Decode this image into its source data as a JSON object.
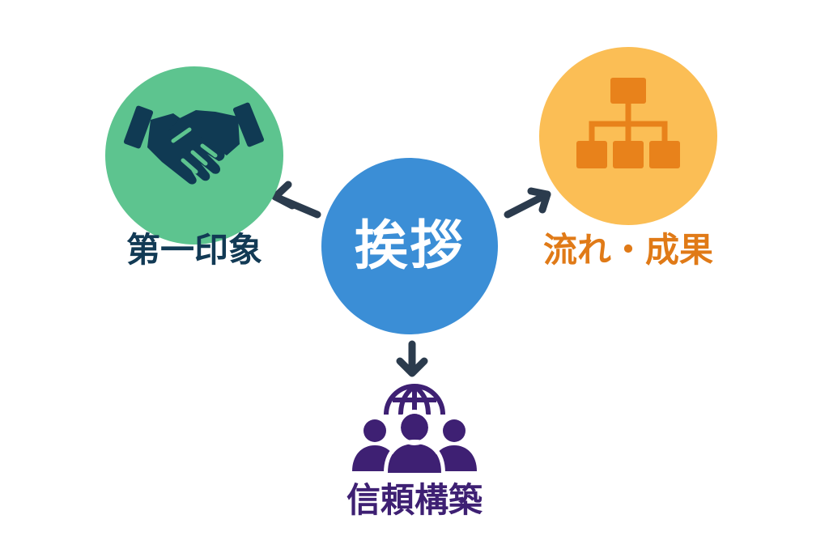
{
  "colors": {
    "center_fill": "#3B8ED6",
    "left_fill": "#5DC48F",
    "right_fill": "#FBBE55",
    "handshake": "#103A53",
    "hierarchy": "#E8821B",
    "people": "#3E2073",
    "arrow": "#2B3B4D",
    "center_text": "#ffffff",
    "left_label": "#123A55",
    "right_label": "#E07A17",
    "bottom_label": "#3E2073"
  },
  "center": {
    "label": "挨拶"
  },
  "nodes": {
    "left": {
      "label": "第一印象",
      "icon": "handshake-icon"
    },
    "right": {
      "label": "流れ・成果",
      "icon": "hierarchy-icon"
    },
    "bottom": {
      "label": "信頼構築",
      "icon": "global-community-icon"
    }
  }
}
